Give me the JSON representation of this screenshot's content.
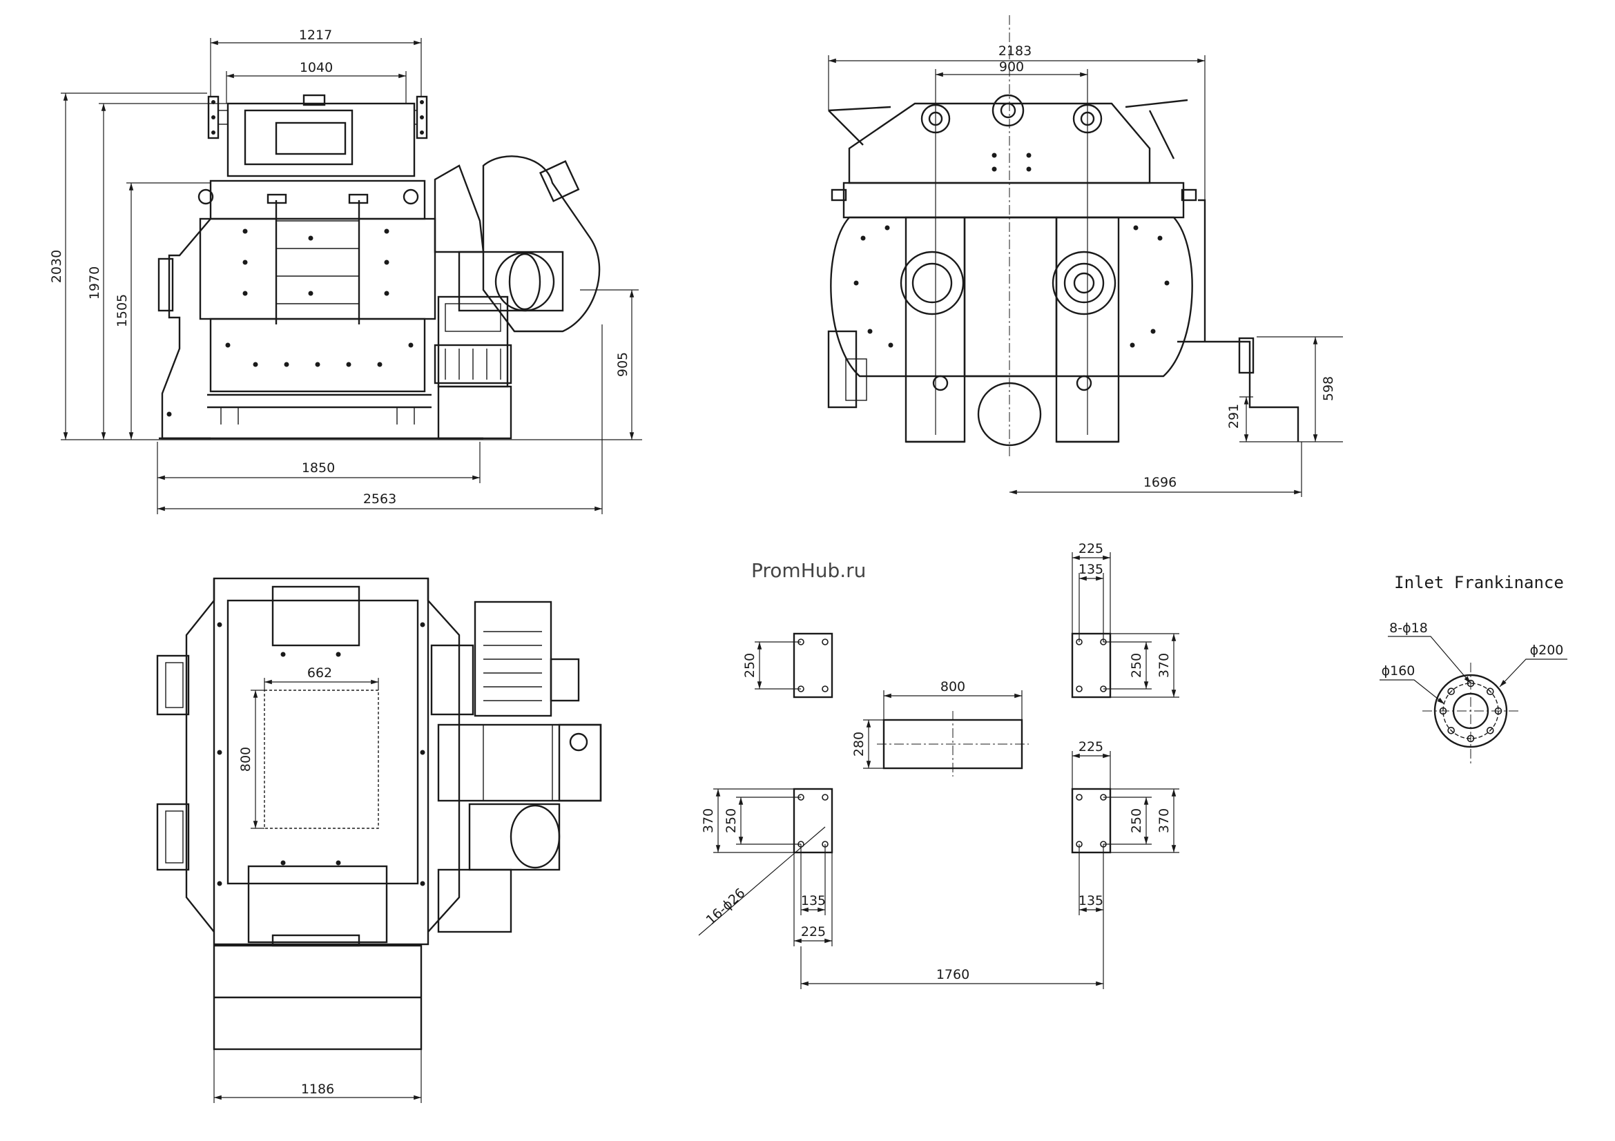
{
  "watermark": "PromHub.ru",
  "inlet_title": "Inlet Frankinance",
  "dims": {
    "front_width_top": "1217",
    "front_width_inner": "1040",
    "front_h_total": "2030",
    "front_h_1970": "1970",
    "front_h_1505": "1505",
    "front_h_905": "905",
    "front_base_1850": "1850",
    "front_base_2563": "2563",
    "side_width": "2183",
    "side_inner": "900",
    "side_598": "598",
    "side_291": "291",
    "side_1696": "1696",
    "top_662": "662",
    "top_800": "800",
    "top_1186": "1186",
    "fnd_800": "800",
    "fnd_280": "280",
    "fnd_250_a": "250",
    "fnd_225_top": "225",
    "fnd_135_top": "135",
    "fnd_250_b": "250",
    "fnd_370_b": "370",
    "fnd_225_mid": "225",
    "fnd_370_c": "370",
    "fnd_250_c": "250",
    "fnd_250_d": "250",
    "fnd_370_d": "370",
    "fnd_135_bl": "135",
    "fnd_225_bl": "225",
    "fnd_135_br": "135",
    "fnd_1760": "1760",
    "fnd_holes": "16-ϕ26",
    "inlet_bolts": "8-ϕ18",
    "inlet_d160": "ϕ160",
    "inlet_d200": "ϕ200"
  }
}
